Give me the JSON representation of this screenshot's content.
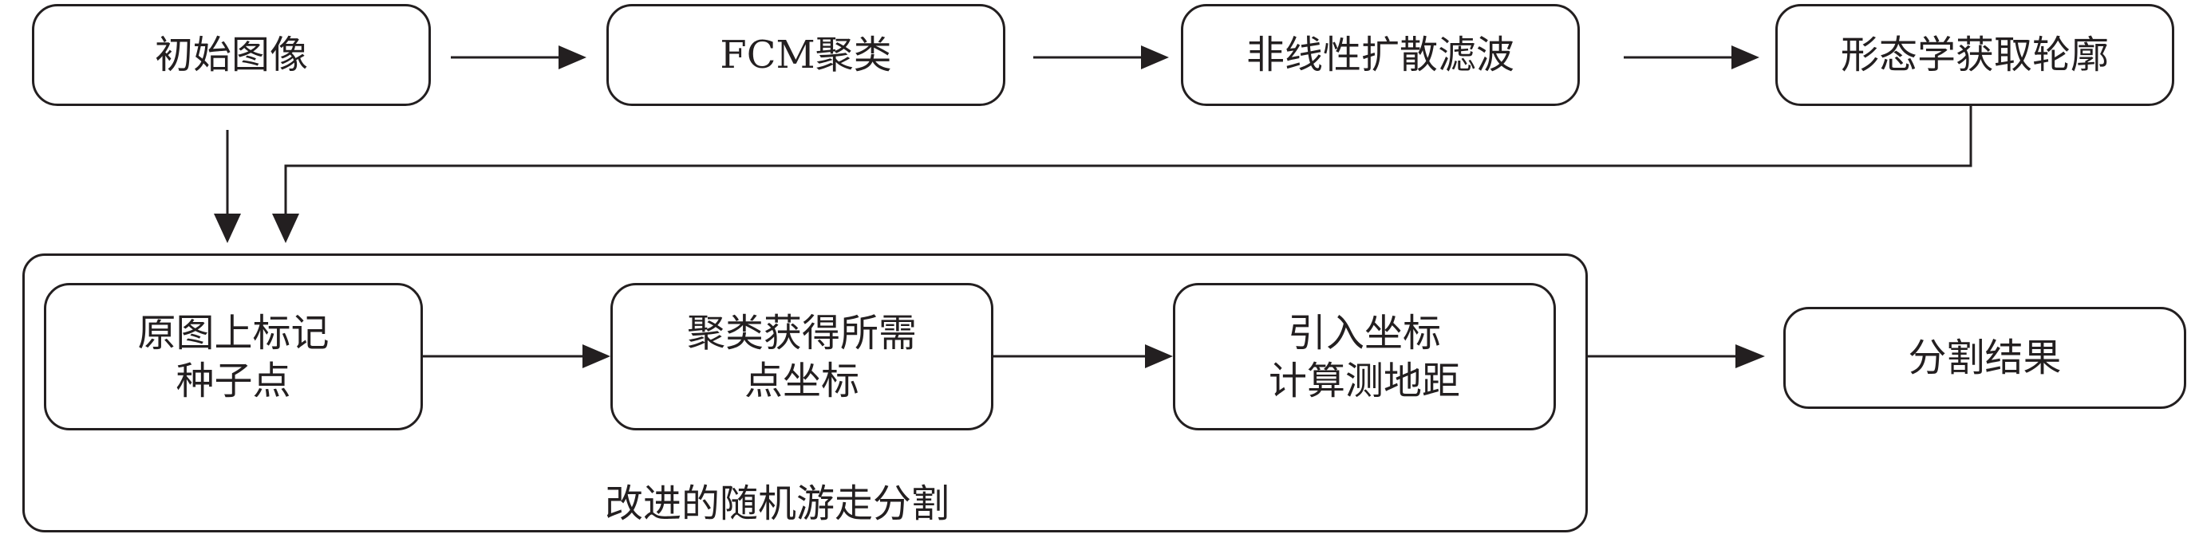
{
  "diagram": {
    "row1": [
      {
        "id": "initial-image",
        "text": "初始图像"
      },
      {
        "id": "fcm-clustering",
        "text": "FCM聚类"
      },
      {
        "id": "nonlinear-diffusion",
        "text": "非线性扩散滤波"
      },
      {
        "id": "morphology-contour",
        "text": "形态学获取轮廓"
      }
    ],
    "group": {
      "label": "改进的随机游走分割",
      "steps": [
        {
          "id": "mark-seeds",
          "line1": "原图上标记",
          "line2": "种子点"
        },
        {
          "id": "cluster-coords",
          "line1": "聚类获得所需",
          "line2": "点坐标"
        },
        {
          "id": "geodesic-distance",
          "line1": "引入坐标",
          "line2": "计算测地距"
        }
      ]
    },
    "result": {
      "id": "segmentation-result",
      "text": "分割结果"
    }
  },
  "colors": {
    "stroke": "#231f20",
    "background": "#ffffff"
  }
}
